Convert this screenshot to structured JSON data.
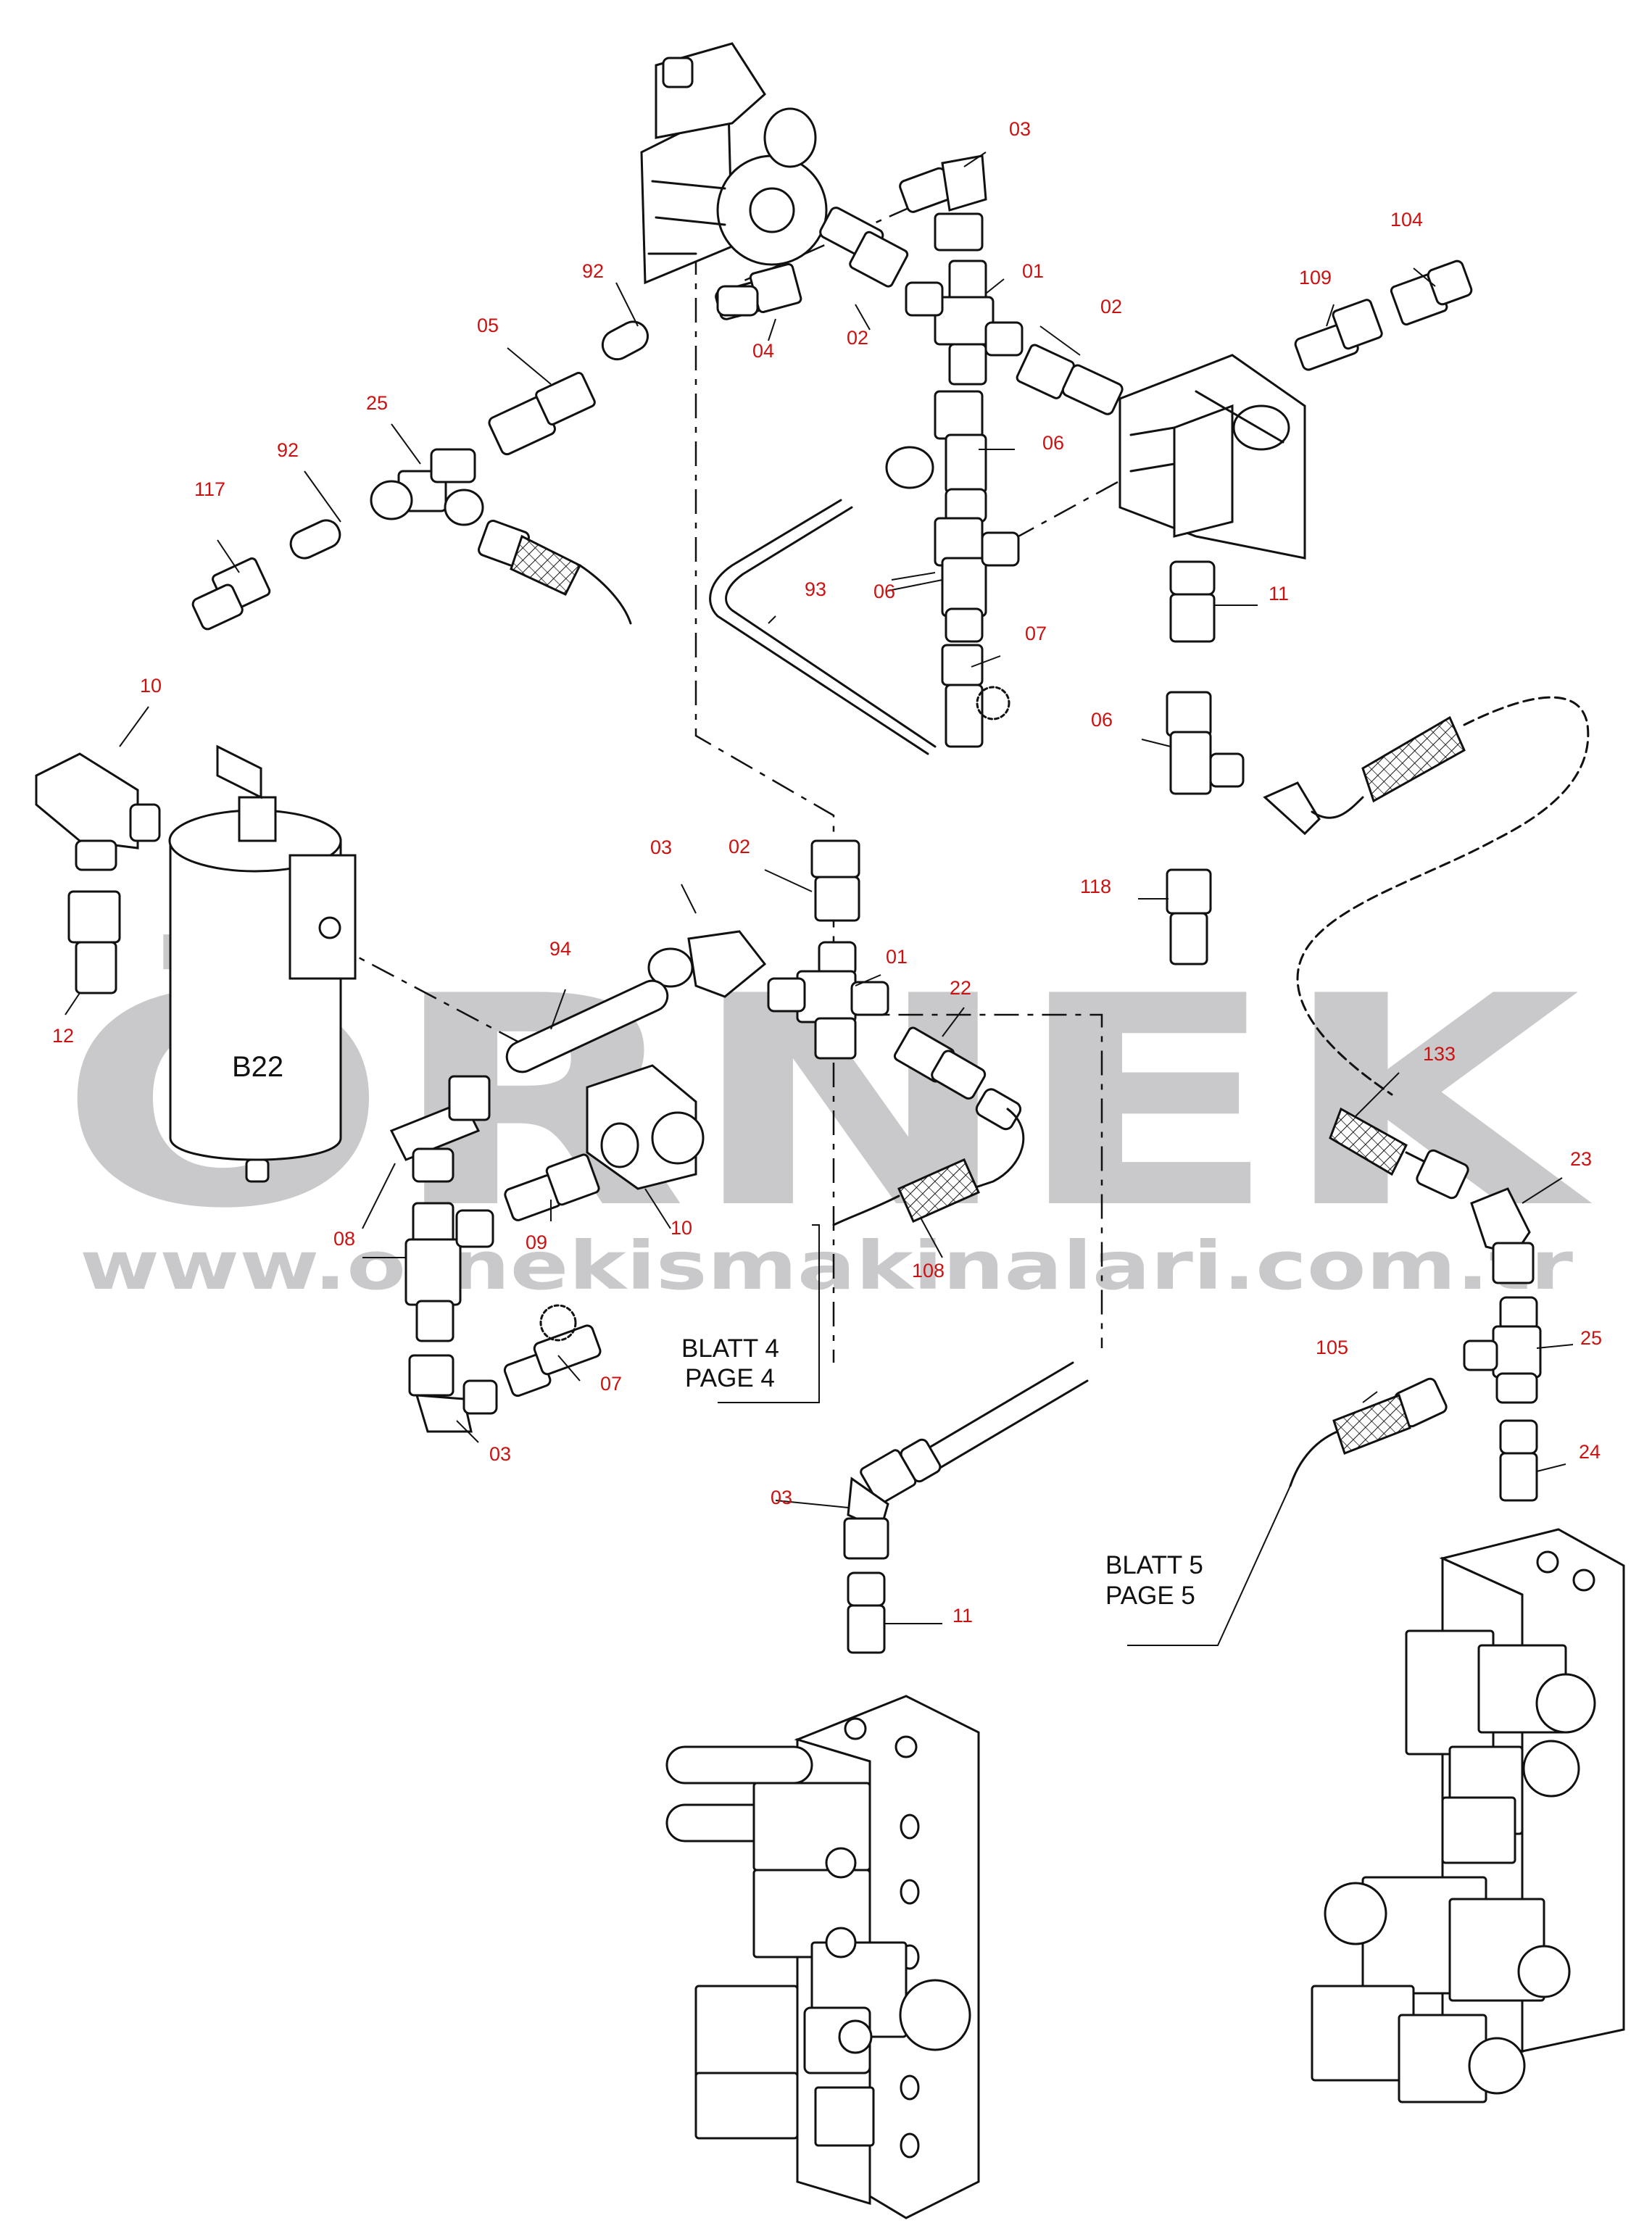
{
  "labels": {
    "l03a": "03",
    "l01a": "01",
    "l02a": "02",
    "l02b": "02",
    "l04": "04",
    "l92a": "92",
    "l05": "05",
    "l25a": "25",
    "l92b": "92",
    "l117": "117",
    "l104": "104",
    "l109": "109",
    "l06a": "06",
    "l06b": "06",
    "l93": "93",
    "l07a": "07",
    "l11a": "11",
    "l06c": "06",
    "l118": "118",
    "l10a": "10",
    "l12": "12",
    "l03b": "03",
    "l02c": "02",
    "l01b": "01",
    "l94": "94",
    "l22": "22",
    "l133": "133",
    "l23": "23",
    "l08": "08",
    "l09": "09",
    "l10b": "10",
    "l108": "108",
    "l07b": "07",
    "l03c": "03",
    "l25b": "25",
    "l105": "105",
    "l24": "24",
    "l03d": "03",
    "l11b": "11"
  },
  "page_refs": {
    "blatt4": "BLATT 4",
    "page4": "PAGE 4",
    "blatt5": "BLATT 5",
    "page5": "PAGE 5"
  },
  "component_b22": "B22",
  "watermark": {
    "brand": "ÖRNEK",
    "url": "www.ornekismakinalari.com.tr"
  },
  "colors": {
    "label": "#cc1111",
    "line": "#111111",
    "watermark": "#c9c9cc"
  }
}
